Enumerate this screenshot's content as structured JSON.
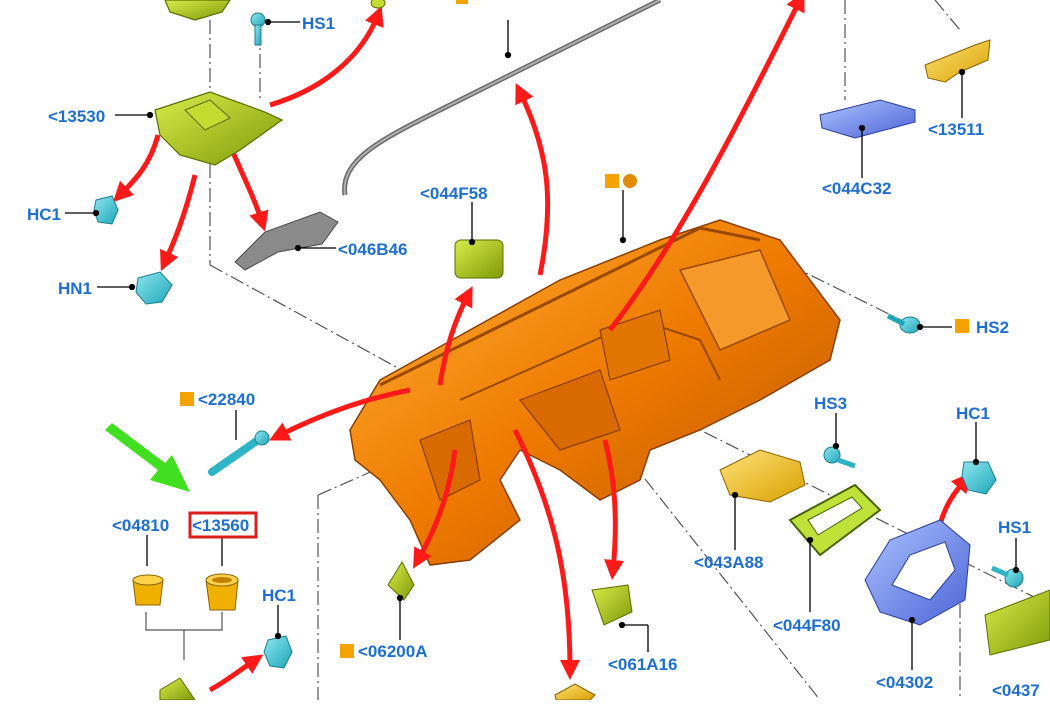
{
  "colors": {
    "label": "#1e6fd0",
    "flag": "#f5a300",
    "arrow": "#ff1a1a",
    "green_arrow": "#40e020",
    "highlight_box": "#dd1c1c",
    "dashpanel": "#f07d00",
    "bracket_green": "#a6c40c",
    "clip_cyan": "#35c1d4",
    "blue_part": "#4a63d6",
    "yellow_part": "#f0c020"
  },
  "labels": {
    "hs1_top": "HS1",
    "p13530": "<13530",
    "hc1_left": "HC1",
    "hn1": "HN1",
    "p046b46": "<046B46",
    "p044f58": "<044F58",
    "p044c32": "<044C32",
    "p13511": "<13511",
    "hs2": "HS2",
    "p22840": "<22840",
    "p04810": "<04810",
    "p13560": "<13560",
    "hc1_bottom": "HC1",
    "p06200a": "<06200A",
    "p061a16": "<061A16",
    "p043a88": "<043A88",
    "p044f80": "<044F80",
    "hs3": "HS3",
    "hc1_right": "HC1",
    "hs1_right": "HS1",
    "p04302": "<04302",
    "p0437": "<0437"
  }
}
